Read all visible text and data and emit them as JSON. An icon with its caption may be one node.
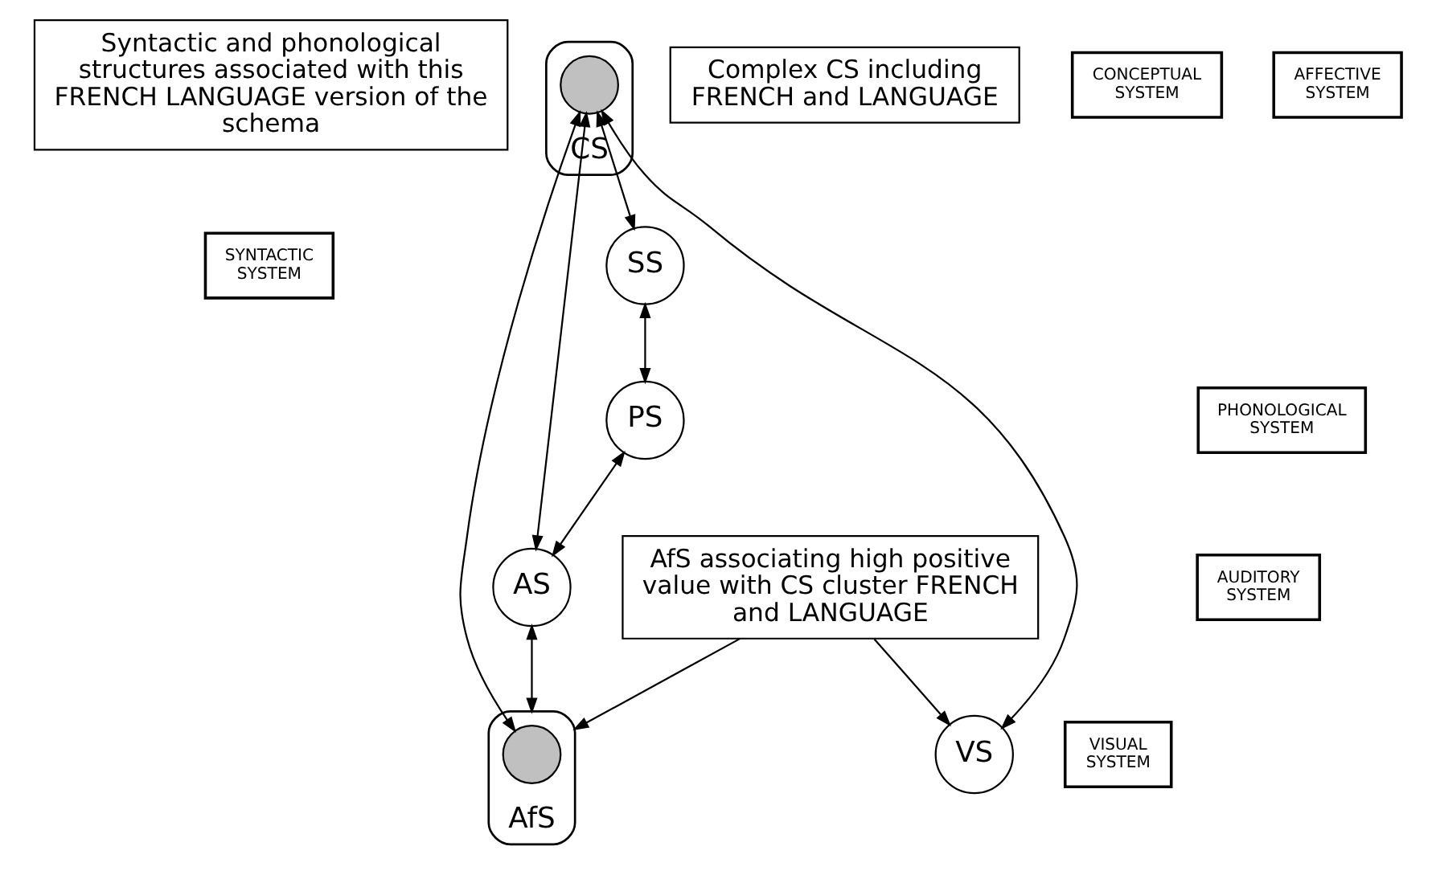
{
  "diagram": {
    "nodes": [
      {
        "text": [
          "Syntactic and phonological structures associated with this FRENCH LANGUAGE version of the schema"
        ]
      },
      {
        "text": [
          "SYNTACTIC SYSTEM"
        ]
      },
      {
        "text": [
          "SS"
        ]
      },
      {
        "text": [
          "PHONOLOGICAL SYSTEM"
        ]
      },
      {
        "text": [
          "PS"
        ]
      },
      {
        "text": [
          "Complex CS including FRENCH and LANGUAGE"
        ]
      },
      {
        "text": [
          "CONCEPTUAL SYSTEM"
        ]
      },
      {
        "text": [
          "CS"
        ]
      },
      {
        "text": [],
        "shape": "circle",
        "in": 7
      },
      {
        "text": [
          "VISUAL SYSTEM"
        ]
      },
      {
        "text": [
          "VS"
        ]
      },
      {
        "text": [
          "AUDITORY SYSTEM"
        ]
      },
      {
        "text": [
          "AS"
        ]
      },
      {
        "text": [
          "AFFECTIVE SYSTEM"
        ]
      },
      {
        "text": [
          "AfS"
        ]
      },
      {
        "text": [],
        "shape": "circle",
        "in": 14
      },
      {
        "text": [
          "AfS associating high positive value with CS cluster FRENCH and LANGUAGE"
        ]
      }
    ],
    "edges": [
      {
        "from": 2,
        "to": 4,
        "arrow": "both"
      },
      {
        "from": 8,
        "to": 2,
        "arrow": "both"
      },
      {
        "from": 4,
        "to": 12,
        "arrow": "both"
      },
      {
        "from": 8,
        "to": 12,
        "arrow": "both"
      },
      {
        "from": 12,
        "to": 14,
        "arrow": "both"
      },
      {
        "from": 8,
        "to": 10,
        "arrow": "both"
      },
      {
        "from": 8,
        "to": 15,
        "arrow": "both"
      },
      {
        "from": 16,
        "to": 10,
        "arrow": "to"
      },
      {
        "from": 16,
        "to": 14,
        "arrow": "to"
      }
    ]
  }
}
